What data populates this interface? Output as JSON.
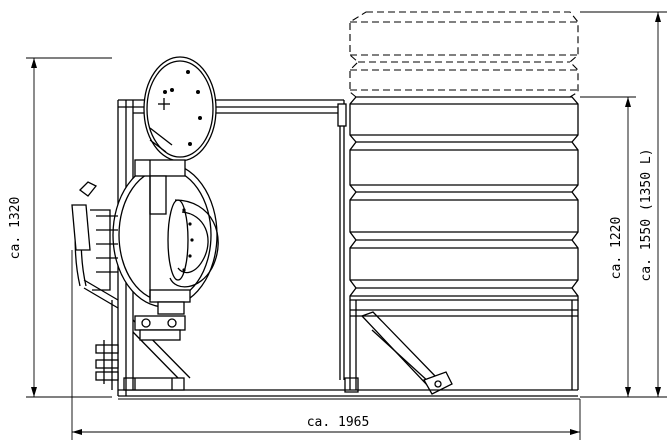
{
  "dimensions": {
    "width": "ca. 1965",
    "height_left": "ca. 1320",
    "height_stack": "ca. 1220",
    "height_total": "ca. 1550 (1350 L)"
  }
}
